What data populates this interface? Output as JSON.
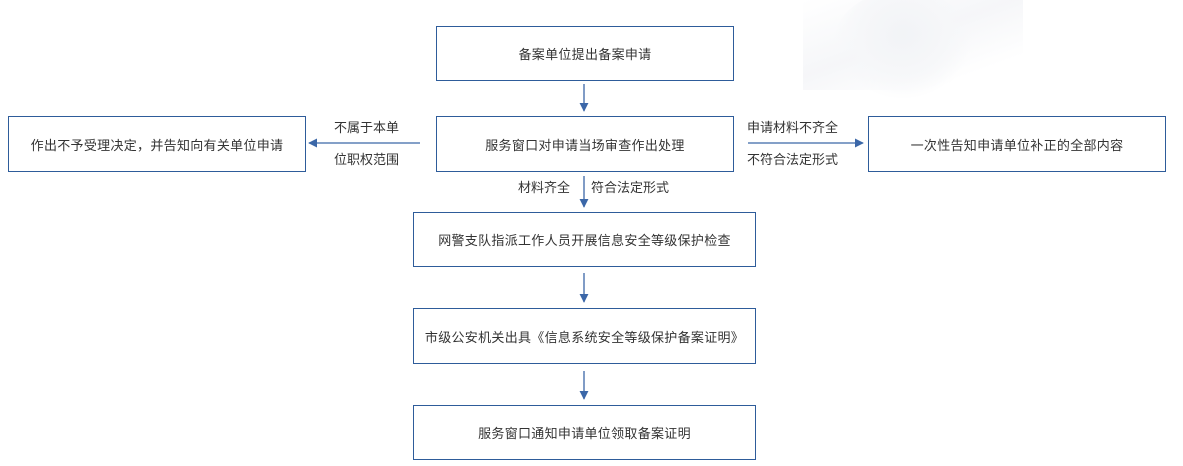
{
  "nodes": {
    "apply": "备案单位提出备案申请",
    "review": "服务窗口对申请当场审查作出处理",
    "reject": "作出不予受理决定，并告知向有关单位申请",
    "notify": "一次性告知申请单位补正的全部内容",
    "inspect": "网警支队指派工作人员开展信息安全等级保护检查",
    "issue": "市级公安机关出具《信息系统安全等级保护备案证明》",
    "collect": "服务窗口通知申请单位领取备案证明"
  },
  "edge_labels": {
    "left_top": "不属于本单",
    "left_bottom": "位职权范围",
    "right_top": "申请材料不齐全",
    "right_bottom": "不符合法定形式",
    "down_left": "材料齐全",
    "down_right": "符合法定形式"
  },
  "colors": {
    "border": "#2e5c9a",
    "arrow": "#3b67a8",
    "text": "#333333"
  }
}
